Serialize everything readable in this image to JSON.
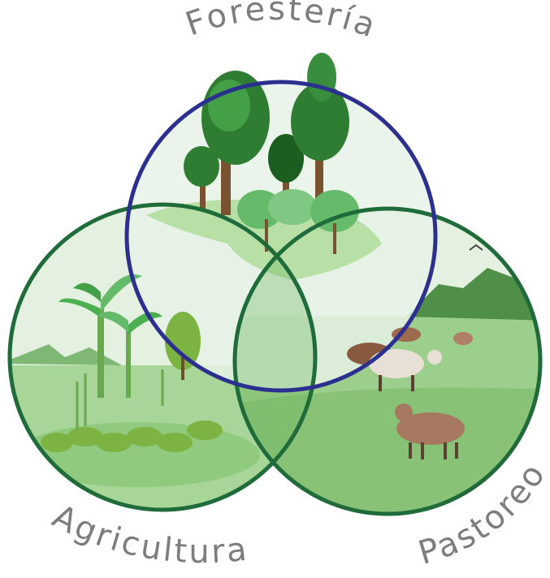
{
  "diagram": {
    "labels": {
      "forestry": "Forestería",
      "agriculture": "Agricultura",
      "grazing": "Pastoreo"
    },
    "colors": {
      "forestry_ring": "#2b2f8f",
      "agriculture_ring": "#1f6b3a",
      "grazing_ring": "#1f6b3a",
      "label_text": "#7d7d7d",
      "pale_fill": "#e4f0e0",
      "grass": "#8fca7e",
      "tree_dark": "#2e7d32",
      "tree_light": "#56b04a",
      "trunk": "#7a5230",
      "hill": "#4f8f48"
    },
    "illustrations": {
      "forestry": "trees-illustration",
      "agriculture": "crops-and-banana-plants-illustration",
      "grazing": "cattle-grazing-illustration"
    }
  }
}
